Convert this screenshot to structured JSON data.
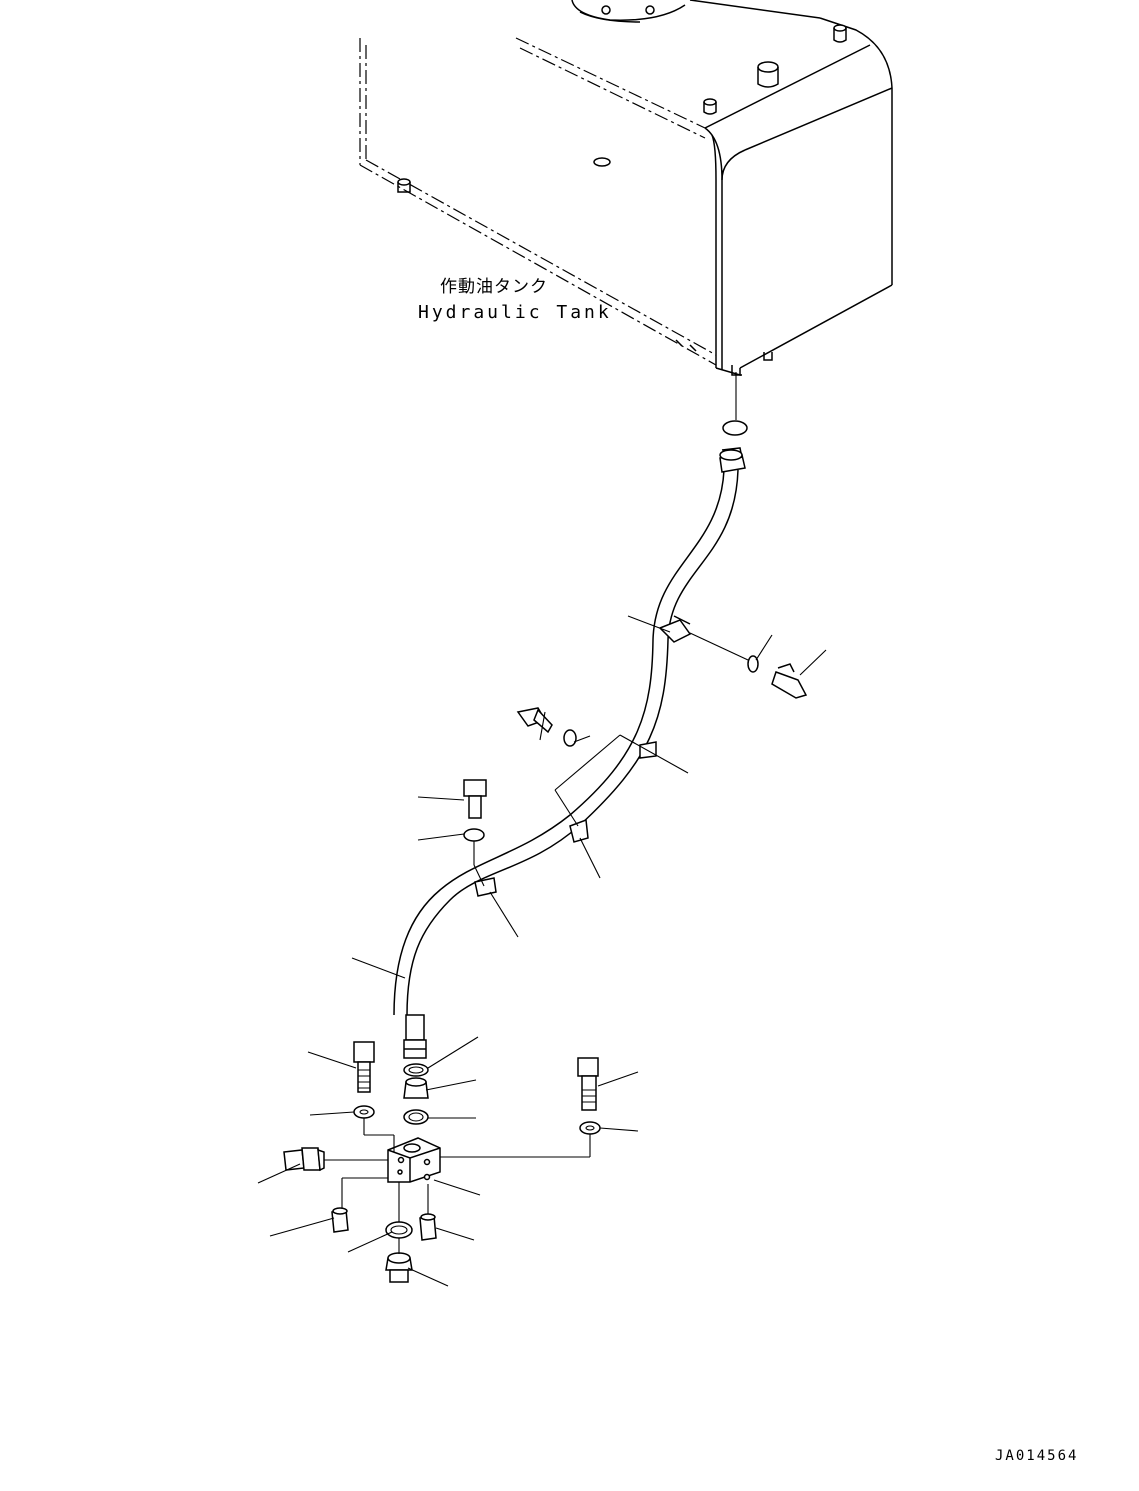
{
  "diagram": {
    "tank_label_jp": "作動油タンク",
    "tank_label_en": "Hydraulic Tank",
    "drawing_code": "JA014564"
  },
  "colors": {
    "line": "#000000",
    "background": "#ffffff"
  }
}
